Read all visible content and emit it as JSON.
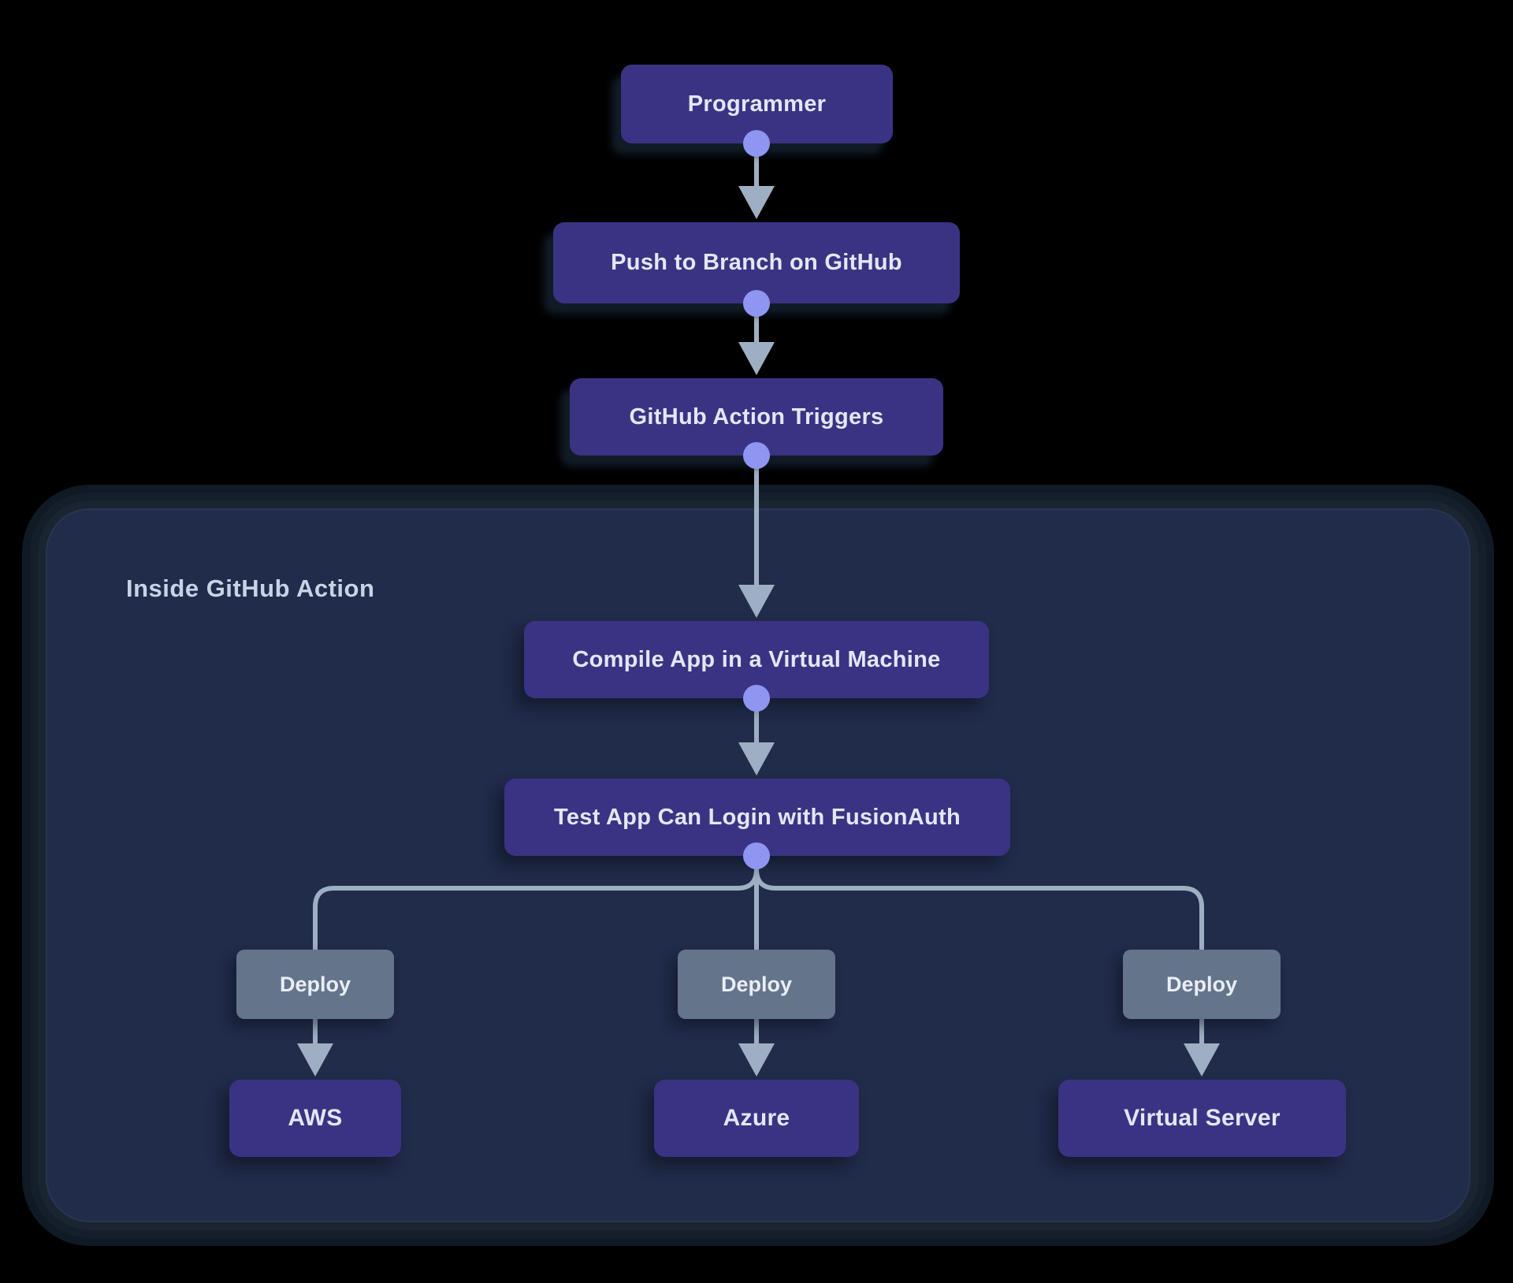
{
  "diagram": {
    "container": {
      "label": "Inside GitHub Action"
    },
    "nodes": {
      "programmer": {
        "label": "Programmer"
      },
      "push": {
        "label": "Push to Branch on GitHub"
      },
      "trigger": {
        "label": "GitHub Action Triggers"
      },
      "compile": {
        "label": "Compile App in a Virtual Machine"
      },
      "test": {
        "label": "Test App Can Login with FusionAuth"
      },
      "deploy_left": {
        "label": "Deploy"
      },
      "deploy_mid": {
        "label": "Deploy"
      },
      "deploy_right": {
        "label": "Deploy"
      },
      "aws": {
        "label": "AWS"
      },
      "azure": {
        "label": "Azure"
      },
      "virtual_server": {
        "label": "Virtual Server"
      }
    },
    "theme": {
      "background": "#000000",
      "node_fill": "#3a3383",
      "deploy_fill": "#64748b",
      "container_fill": "#212b4a",
      "line_color": "#9fafc3",
      "dot_color": "#8e96f2",
      "text_color": "#e2e7f5",
      "container_label_color": "#c7d4e6"
    }
  }
}
